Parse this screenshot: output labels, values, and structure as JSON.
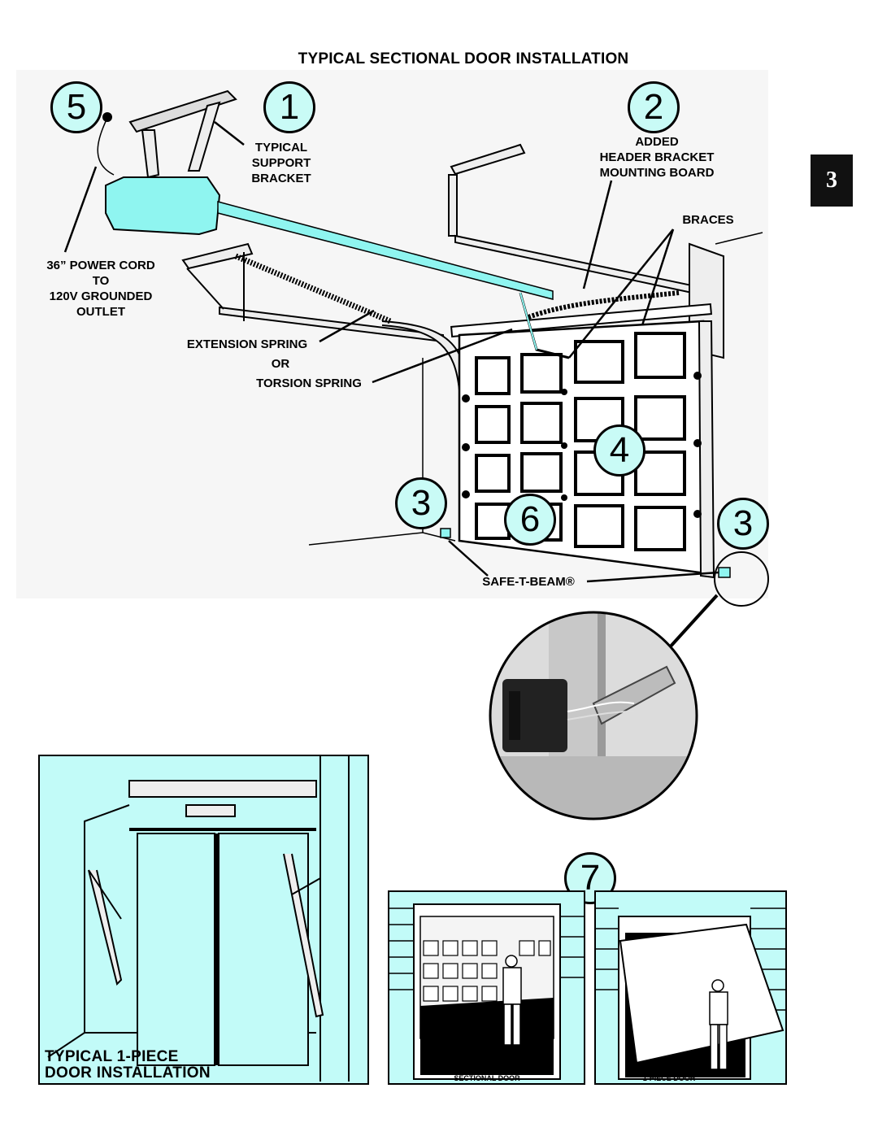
{
  "title": "TYPICAL SECTIONAL DOOR INSTALLATION",
  "page_tab": "3",
  "callout_numbers": {
    "n5": "5",
    "n1": "1",
    "n2": "2",
    "n4": "4",
    "n3_left": "3",
    "n6": "6",
    "n3_right": "3",
    "n7": "7"
  },
  "labels": {
    "support_bracket": [
      "TYPICAL",
      "SUPPORT",
      "BRACKET"
    ],
    "header_bracket": [
      "ADDED",
      "HEADER BRACKET",
      "MOUNTING BOARD"
    ],
    "braces": "BRACES",
    "power_cord": [
      "36” POWER CORD",
      "TO",
      "120V GROUNDED",
      "OUTLET"
    ],
    "extension_spring": "EXTENSION SPRING",
    "or": "OR",
    "torsion_spring": "TORSION SPRING",
    "safe_t_beam": "SAFE-T-BEAM®"
  },
  "one_piece_panel": {
    "caption_line1": "TYPICAL 1-PIECE",
    "caption_line2": "DOOR INSTALLATION"
  },
  "small_panels": {
    "sectional": "SECTIONAL DOOR",
    "one_piece": "1-PIECE DOOR"
  },
  "colors": {
    "accent_cyan": "#8ff5f0",
    "panel_bg": "#c2fbf8",
    "tab_bg": "#111111",
    "line": "#000000"
  }
}
